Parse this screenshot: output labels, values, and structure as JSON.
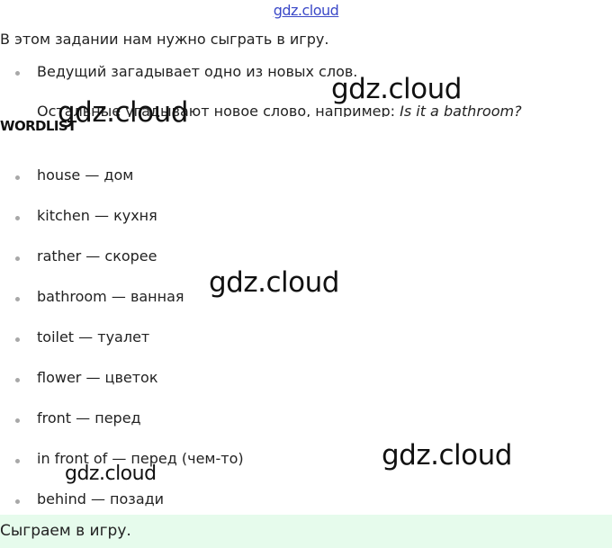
{
  "header": {
    "site_link": "gdz.cloud"
  },
  "intro": "В этом задании нам нужно сыграть в игру.",
  "bullets": [
    "Ведущий загадывает одно из новых слов."
  ],
  "cut_line": {
    "text": "Остальные угадывают новое слово, например: ",
    "italic": "Is it a bathroom?"
  },
  "wordlist": {
    "heading": "WORDLIST",
    "items": [
      "house — дом",
      "kitchen — кухня",
      "rather — скорее",
      "bathroom — ванная",
      "toilet — туалет",
      "flower — цветок",
      "front — перед",
      "in front of — перед (чем-то)",
      "behind — позади"
    ]
  },
  "final": "Сыграем в игру.",
  "watermarks": [
    "gdz.cloud",
    "gdz.cloud",
    "gdz.cloud",
    "gdz.cloud",
    "gdz.cloud"
  ]
}
